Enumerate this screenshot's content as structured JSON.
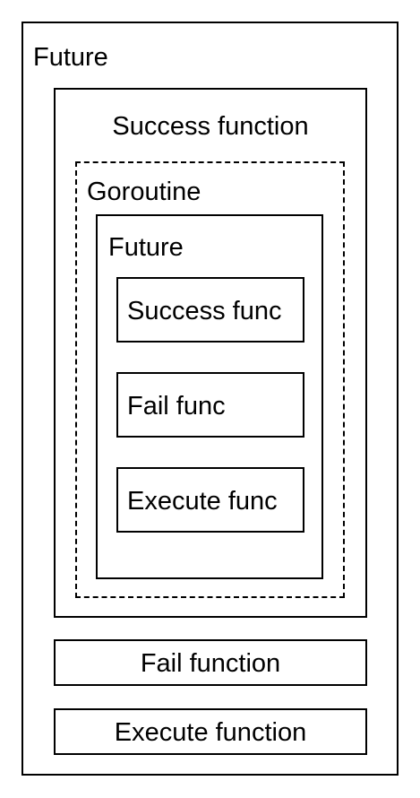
{
  "outer_future": {
    "label": "Future",
    "success_function": {
      "label": "Success function",
      "goroutine": {
        "label": "Goroutine",
        "inner_future": {
          "label": "Future",
          "success_func": "Success func",
          "fail_func": "Fail func",
          "execute_func": "Execute func"
        }
      }
    },
    "fail_function": "Fail function",
    "execute_function": "Execute function"
  }
}
